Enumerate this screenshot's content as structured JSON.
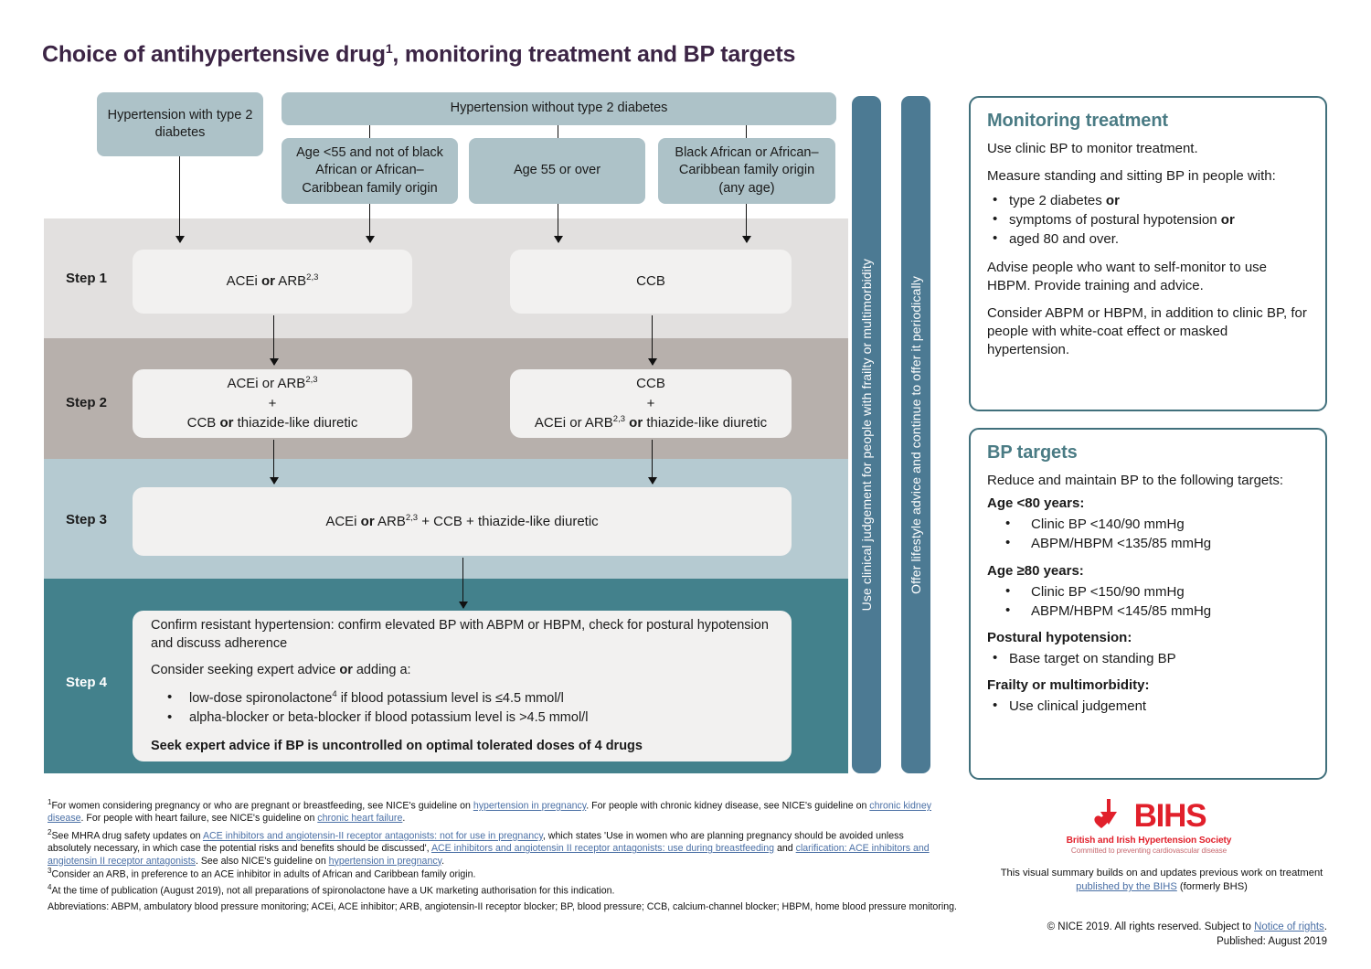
{
  "title": {
    "text_before": "Choice of antihypertensive drug",
    "superscript": "1",
    "text_after": ", monitoring treatment and BP targets"
  },
  "conditions": {
    "diabetes": "Hypertension with type 2 diabetes",
    "no_diabetes": "Hypertension without type 2 diabetes",
    "age_under_55": "Age <55 and not of black African or African–Caribbean family origin",
    "age_55_over": "Age 55 or over",
    "black_african": "Black African or African–Caribbean family origin (any age)"
  },
  "steps": {
    "step1": {
      "label": "Step 1",
      "left_line1_a": "ACEi ",
      "left_line1_or": "or",
      "left_line1_b": " ARB",
      "left_sup": "2,3",
      "right": "CCB"
    },
    "step2": {
      "label": "Step 2",
      "left_l1_a": "ACEi or ARB",
      "left_l1_sup": "2,3",
      "left_l2": "+",
      "left_l3_a": "CCB ",
      "left_l3_or": "or",
      "left_l3_b": " thiazide-like diuretic",
      "right_l1": "CCB",
      "right_l2": "+",
      "right_l3_a": "ACEi or ARB",
      "right_l3_sup": "2,3",
      "right_l3_or": " or",
      "right_l3_b": " thiazide-like diuretic"
    },
    "step3": {
      "label": "Step 3",
      "a": "ACEi ",
      "or": "or",
      "b": " ARB",
      "sup": "2,3",
      "c": " + CCB + thiazide-like diuretic"
    },
    "step4": {
      "label": "Step 4",
      "para1": "Confirm resistant hypertension: confirm elevated BP with ABPM or HBPM, check for postural hypotension and discuss adherence",
      "para2_a": "Consider seeking expert advice ",
      "para2_or": "or",
      "para2_b": " adding a:",
      "bullet1_a": "low-dose spironolactone",
      "bullet1_sup": "4",
      "bullet1_b": " if blood potassium level is ≤4.5 mmol/l",
      "bullet2": "alpha-blocker or beta-blocker if blood potassium level is >4.5 mmol/l",
      "bold_line": "Seek expert advice if BP is uncontrolled on optimal tolerated doses of 4 drugs"
    }
  },
  "side_bars": {
    "clinical_judgement": "Use clinical judgement for people with frailty or multimorbidity",
    "lifestyle": "Offer lifestyle advice and continue to offer it periodically"
  },
  "panels": {
    "monitoring": {
      "heading": "Monitoring treatment",
      "para1": "Use clinic BP to monitor treatment.",
      "para2": "Measure standing and sitting BP in people with:",
      "bullets": [
        {
          "text": "type 2 diabetes ",
          "bold_tail": "or"
        },
        {
          "text": "symptoms of postural hypotension ",
          "bold_tail": "or"
        },
        {
          "text": "aged 80 and over.",
          "bold_tail": ""
        }
      ],
      "para3": "Advise people who want to self-monitor to use HBPM. Provide training and advice.",
      "para4": "Consider ABPM or HBPM, in addition to clinic BP, for people with white-coat effect or masked hypertension."
    },
    "bp_targets": {
      "heading": "BP targets",
      "intro": "Reduce and maintain BP to the following targets:",
      "group1_title": "Age <80 years:",
      "group1_items": [
        "Clinic BP <140/90 mmHg",
        "ABPM/HBPM <135/85 mmHg"
      ],
      "group2_title": "Age ≥80 years:",
      "group2_items": [
        "Clinic BP <150/90 mmHg",
        "ABPM/HBPM <145/85 mmHg"
      ],
      "group3_title": "Postural hypotension:",
      "group3_items": [
        "Base target on standing BP"
      ],
      "group4_title": "Frailty or multimorbidity:",
      "group4_items": [
        "Use clinical judgement"
      ]
    }
  },
  "footnotes": {
    "fn1": {
      "marker": "1",
      "seg1": "For women considering pregnancy or who are pregnant or breastfeeding, see NICE's guideline on ",
      "link1": "hypertension in pregnancy",
      "seg2": ". For people with chronic kidney disease, see NICE's guideline on ",
      "link2": "chronic kidney disease",
      "seg3": ". For people with heart failure, see NICE's guideline on ",
      "link3": "chronic heart failure",
      "seg4": "."
    },
    "fn2": {
      "marker": "2",
      "seg1": "See MHRA drug safety updates on ",
      "link1": "ACE inhibitors and angiotensin-II receptor antagonists: not for use in pregnancy",
      "seg2": ", which states 'Use in women who are planning pregnancy should be avoided unless absolutely necessary, in which case the potential risks and benefits should be discussed', ",
      "link2": "ACE inhibitors and angiotensin II receptor antagonists: use during breastfeeding",
      "seg3": " and ",
      "link3": "clarification: ACE inhibitors and angiotensin II receptor antagonists",
      "seg4": ". See also NICE's guideline on ",
      "link4": "hypertension in pregnancy",
      "seg5": "."
    },
    "fn3": {
      "marker": "3",
      "text": "Consider an ARB, in preference to an ACE inhibitor in adults of African and Caribbean family origin."
    },
    "fn4": {
      "marker": "4",
      "text": "At the time of publication (August 2019), not all preparations of spironolactone have a UK marketing authorisation for this indication."
    },
    "abbreviations": "Abbreviations: ABPM, ambulatory blood pressure monitoring; ACEi, ACE inhibitor; ARB, angiotensin-II receptor blocker; BP, blood pressure; CCB, calcium-channel blocker; HBPM, home blood pressure monitoring."
  },
  "bihs": {
    "wordmark": "BIHS",
    "line1": "British and Irish Hypertension Society",
    "line2": "Committed to preventing cardiovascular disease",
    "note_seg1": "This visual summary builds on and updates previous work on treatment ",
    "note_link": "published by the BIHS",
    "note_seg2": " (formerly BHS)"
  },
  "copyright": {
    "seg1": "© NICE 2019. All rights reserved. Subject to ",
    "link": "Notice of rights",
    "seg2": ".",
    "published": "Published: August 2019"
  },
  "colors": {
    "title": "#3c2545",
    "condition_box": "#adc2c8",
    "step1_band": "#e2e0df",
    "step2_band": "#b7b0ac",
    "step3_band": "#b5cad1",
    "step4_band": "#43818c",
    "drug_box": "#f2f1f0",
    "side_bar": "#4c7a93",
    "panel_border": "#41707c",
    "panel_heading": "#4a7b84",
    "link": "#4a6fa5",
    "bihs_red": "#e1202b"
  }
}
